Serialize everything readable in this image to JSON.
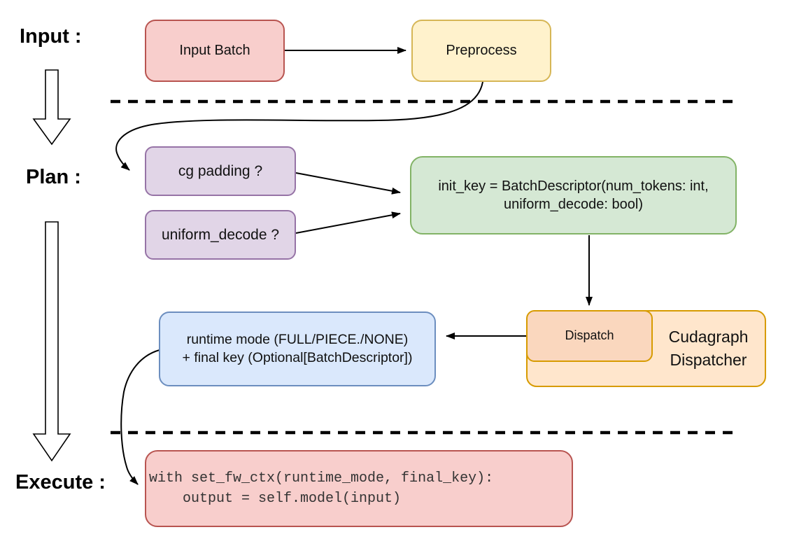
{
  "phase_labels": {
    "input": "Input :",
    "plan": "Plan :",
    "execute": "Execute :"
  },
  "nodes": {
    "input_batch": {
      "label": "Input Batch",
      "fill": "#f8cecc",
      "stroke": "#b85450"
    },
    "preprocess": {
      "label": "Preprocess",
      "fill": "#fff2cc",
      "stroke": "#d6b656"
    },
    "cg_padding": {
      "label": "cg padding ?",
      "fill": "#e1d5e7",
      "stroke": "#9673a6"
    },
    "uniform_decode": {
      "label": "uniform_decode ?",
      "fill": "#e1d5e7",
      "stroke": "#9673a6"
    },
    "init_key": {
      "lines": [
        "init_key = BatchDescriptor(num_tokens: int,",
        "uniform_decode: bool)"
      ],
      "fill": "#d5e8d4",
      "stroke": "#82b366"
    },
    "runtime_mode": {
      "lines": [
        "runtime mode (FULL/PIECE./NONE)",
        "+ final key (Optional[BatchDescriptor])"
      ],
      "fill": "#dae8fc",
      "stroke": "#6c8ebf"
    },
    "dispatch": {
      "label": "Dispatch",
      "fill": "#fad7be",
      "stroke": "#d79b00"
    },
    "cudagraph_dispatcher": {
      "lines": [
        "Cudagraph",
        "Dispatcher"
      ],
      "fill": "#ffe6cc",
      "stroke": "#d79b00"
    },
    "execute_code": {
      "lines": [
        "with set_fw_ctx(runtime_mode, final_key):",
        "    output = self.model(input)"
      ],
      "fill": "#f8cecc",
      "stroke": "#b85450"
    }
  },
  "colors": {
    "arrow": "#000000",
    "divider": "#000000",
    "background": "#ffffff"
  }
}
